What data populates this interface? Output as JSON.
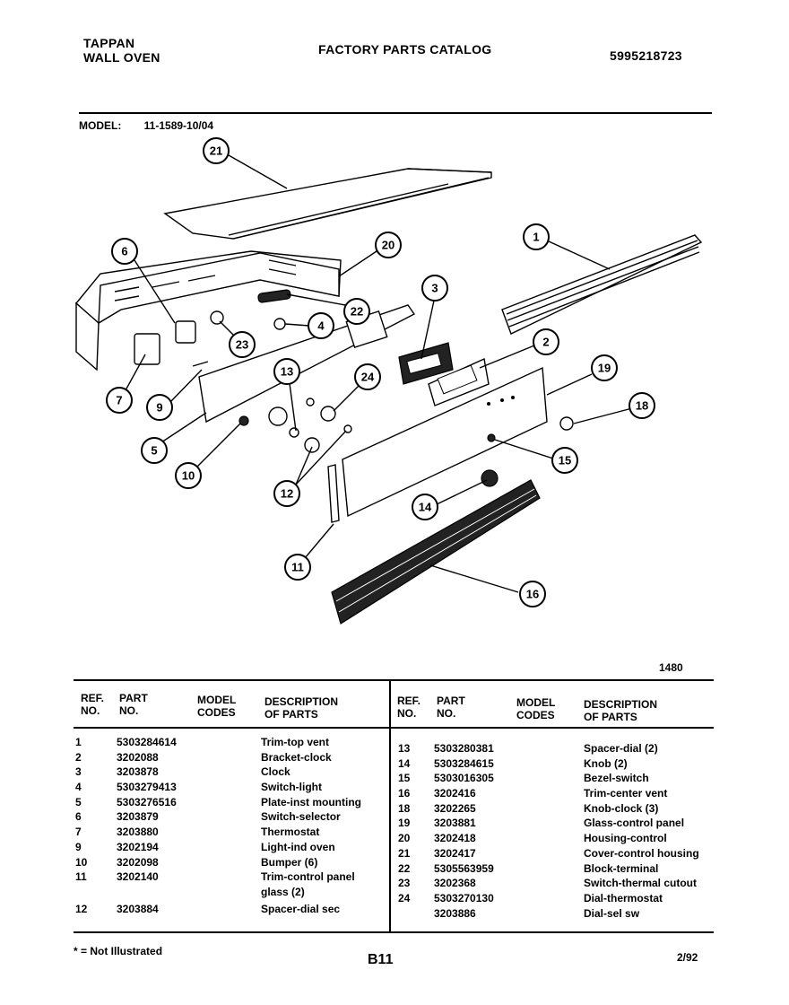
{
  "header": {
    "brand_line1": "TAPPAN",
    "brand_line2": "WALL OVEN",
    "catalog_title": "FACTORY PARTS CATALOG",
    "catalog_number": "5995218723"
  },
  "model": {
    "label": "MODEL:",
    "value": "11-1589-10/04"
  },
  "diagram": {
    "callouts": [
      "21",
      "1",
      "6",
      "20",
      "3",
      "22",
      "4",
      "23",
      "2",
      "19",
      "7",
      "13",
      "24",
      "18",
      "9",
      "5",
      "10",
      "15",
      "12",
      "14",
      "11",
      "16"
    ],
    "figure_number": "1480"
  },
  "table_headers": {
    "ref_line1": "REF.",
    "ref_line2": "NO.",
    "part_line1": "PART",
    "part_line2": "NO.",
    "model_line1": "MODEL",
    "model_line2": "CODES",
    "desc_line1": "DESCRIPTION",
    "desc_line2": "OF PARTS"
  },
  "parts_left": [
    {
      "ref": "1",
      "part": "5303284614",
      "desc": "Trim-top vent"
    },
    {
      "ref": "2",
      "part": "3202088",
      "desc": "Bracket-clock"
    },
    {
      "ref": "3",
      "part": "3203878",
      "desc": "Clock"
    },
    {
      "ref": "4",
      "part": "5303279413",
      "desc": "Switch-light"
    },
    {
      "ref": "5",
      "part": "5303276516",
      "desc": "Plate-inst mounting"
    },
    {
      "ref": "6",
      "part": "3203879",
      "desc": "Switch-selector"
    },
    {
      "ref": "7",
      "part": "3203880",
      "desc": "Thermostat"
    },
    {
      "ref": "9",
      "part": "3202194",
      "desc": "Light-ind oven"
    },
    {
      "ref": "10",
      "part": "3202098",
      "desc": "Bumper (6)"
    },
    {
      "ref": "11",
      "part": "3202140",
      "desc": "Trim-control panel"
    },
    {
      "ref": "",
      "part": "",
      "desc": "glass (2)"
    },
    {
      "ref": "12",
      "part": "3203884",
      "desc": "Spacer-dial sec"
    }
  ],
  "parts_right": [
    {
      "ref": "13",
      "part": "5303280381",
      "desc": "Spacer-dial (2)"
    },
    {
      "ref": "14",
      "part": "5303284615",
      "desc": "Knob (2)"
    },
    {
      "ref": "15",
      "part": "5303016305",
      "desc": "Bezel-switch"
    },
    {
      "ref": "16",
      "part": "3202416",
      "desc": "Trim-center vent"
    },
    {
      "ref": "18",
      "part": "3202265",
      "desc": "Knob-clock (3)"
    },
    {
      "ref": "19",
      "part": "3203881",
      "desc": "Glass-control panel"
    },
    {
      "ref": "20",
      "part": "3202418",
      "desc": "Housing-control"
    },
    {
      "ref": "21",
      "part": "3202417",
      "desc": "Cover-control housing"
    },
    {
      "ref": "22",
      "part": "5305563959",
      "desc": "Block-terminal"
    },
    {
      "ref": "23",
      "part": "3202368",
      "desc": "Switch-thermal cutout"
    },
    {
      "ref": "24",
      "part": "5303270130",
      "desc": "Dial-thermostat"
    },
    {
      "ref": "",
      "part": "3203886",
      "desc": "Dial-sel sw"
    }
  ],
  "footer": {
    "note": "* = Not Illustrated",
    "page": "B11",
    "date": "2/92"
  }
}
